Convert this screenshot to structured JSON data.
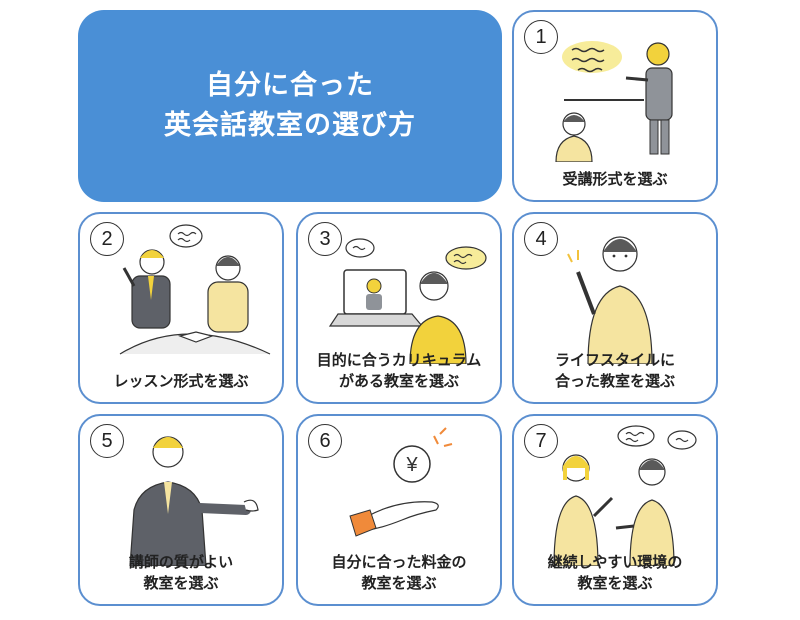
{
  "title": {
    "line1": "自分に合った",
    "line2": "英会話教室の選び方"
  },
  "colors": {
    "title_bg": "#4a8fd6",
    "card_border": "#5b8fd0",
    "accent_yellow": "#f2d23c",
    "accent_orange": "#f08a3a"
  },
  "cards": [
    {
      "number": "1",
      "caption": [
        "受講形式を選ぶ"
      ],
      "icon": "teacher-presenting-icon"
    },
    {
      "number": "2",
      "caption": [
        "レッスン形式を選ぶ"
      ],
      "icon": "tutor-and-student-icon"
    },
    {
      "number": "3",
      "caption": [
        "目的に合うカリキュラム",
        "がある教室を選ぶ"
      ],
      "icon": "online-lesson-icon"
    },
    {
      "number": "4",
      "caption": [
        "ライフスタイルに",
        "合った教室を選ぶ"
      ],
      "icon": "person-idea-icon"
    },
    {
      "number": "5",
      "caption": [
        "講師の質がよい",
        "教室を選ぶ"
      ],
      "icon": "teacher-gesturing-icon"
    },
    {
      "number": "6",
      "caption": [
        "自分に合った料金の",
        "教室を選ぶ"
      ],
      "icon": "yen-coin-hand-icon"
    },
    {
      "number": "7",
      "caption": [
        "継続しやすい環境の",
        "教室を選ぶ"
      ],
      "icon": "two-people-chatting-icon"
    }
  ]
}
